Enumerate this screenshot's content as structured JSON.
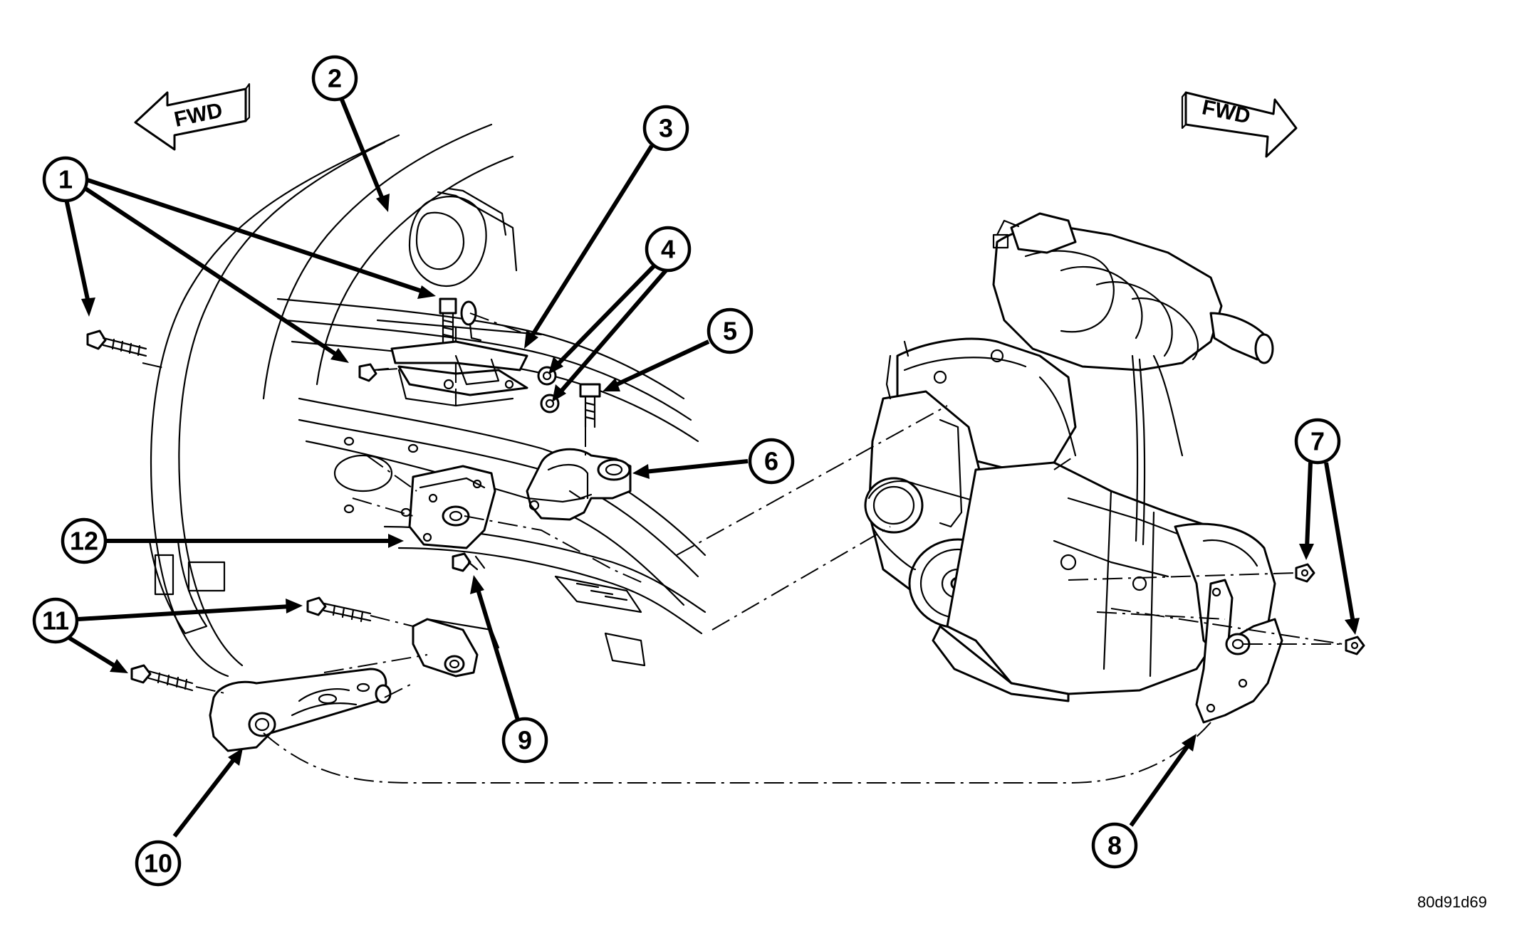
{
  "fwd_labels": {
    "left": "FWD",
    "right": "FWD"
  },
  "callouts": [
    {
      "id": "1",
      "label": "1"
    },
    {
      "id": "2",
      "label": "2"
    },
    {
      "id": "3",
      "label": "3"
    },
    {
      "id": "4",
      "label": "4"
    },
    {
      "id": "5",
      "label": "5"
    },
    {
      "id": "6",
      "label": "6"
    },
    {
      "id": "7",
      "label": "7"
    },
    {
      "id": "8",
      "label": "8"
    },
    {
      "id": "9",
      "label": "9"
    },
    {
      "id": "10",
      "label": "10"
    },
    {
      "id": "11",
      "label": "11"
    },
    {
      "id": "12",
      "label": "12"
    }
  ],
  "figure_code": "80d91d69"
}
